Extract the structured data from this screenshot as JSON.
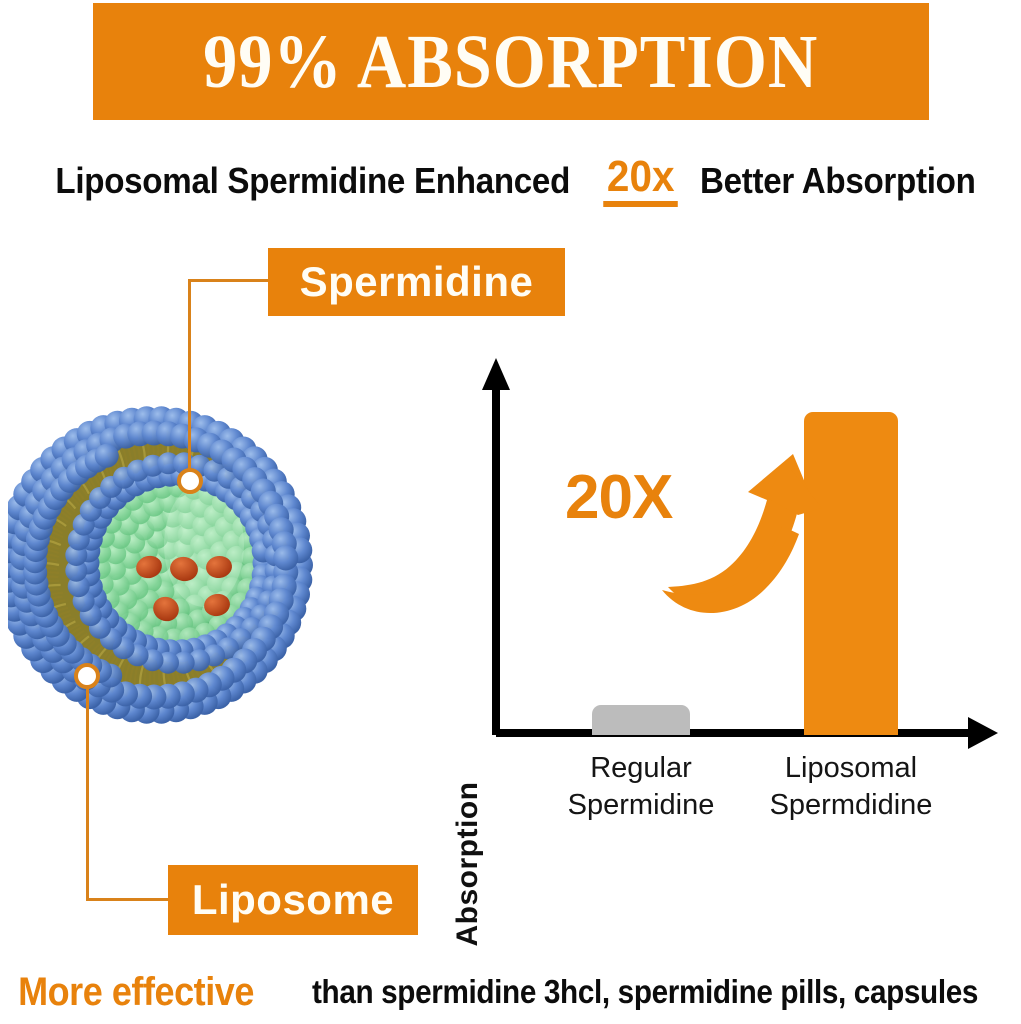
{
  "header": {
    "title": "99% ABSORPTION",
    "background_color": "#E8820C",
    "text_color": "#FFFDF5"
  },
  "subtitle": {
    "part1": "Liposomal Spermidine Enhanced",
    "highlight": "20x",
    "part2": "Better Absorption",
    "highlight_color": "#E8820C"
  },
  "callouts": [
    {
      "id": "spermidine",
      "label": "Spermidine"
    },
    {
      "id": "liposome",
      "label": "Liposome"
    }
  ],
  "illustration": {
    "name": "liposome-cross-section",
    "head_color": "#5B86CE",
    "tail_color": "#8A7E2A",
    "core_color": "#7FD99A",
    "payload_color": "#C0471A",
    "dot_border_color": "#D9821A"
  },
  "chart_data": {
    "type": "bar",
    "title": "",
    "xlabel": "",
    "ylabel": "Absorption",
    "categories": [
      "Regular Spermidine",
      "Liposomal Spermdidine"
    ],
    "category_lines": [
      [
        "Regular",
        "Spermidine"
      ],
      [
        "Liposomal",
        "Spermdidine"
      ]
    ],
    "values": [
      1,
      20
    ],
    "ylim": [
      0,
      22
    ],
    "grid": false,
    "legend": "none",
    "bar_colors": [
      "#BCBCBC",
      "#EE8A11"
    ],
    "annotation": "20X",
    "annotation_color": "#E8820C",
    "axis_color": "#000000",
    "axis_arrows": true
  },
  "footer": {
    "strong": "More effective",
    "rest": "than spermidine 3hcl, spermidine pills, capsules",
    "strong_color": "#E8820C"
  }
}
